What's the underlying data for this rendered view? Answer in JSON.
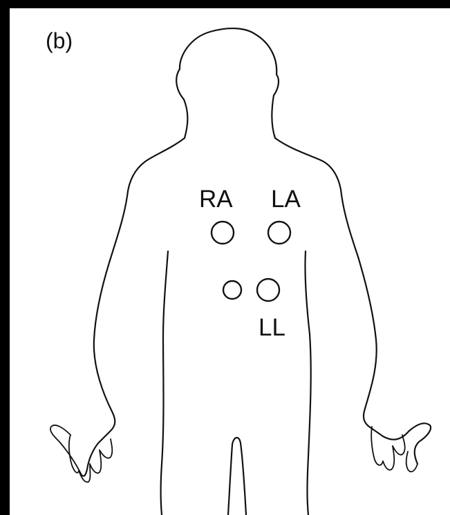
{
  "figure": {
    "panel_label": "(b)",
    "electrodes": {
      "right_arm": {
        "label": "RA"
      },
      "left_arm": {
        "label": "LA"
      },
      "left_leg": {
        "label": "LL"
      },
      "unlabeled": {
        "label": ""
      }
    }
  },
  "colors": {
    "background": "#000000",
    "panel": "#ffffff",
    "line": "#111111"
  }
}
